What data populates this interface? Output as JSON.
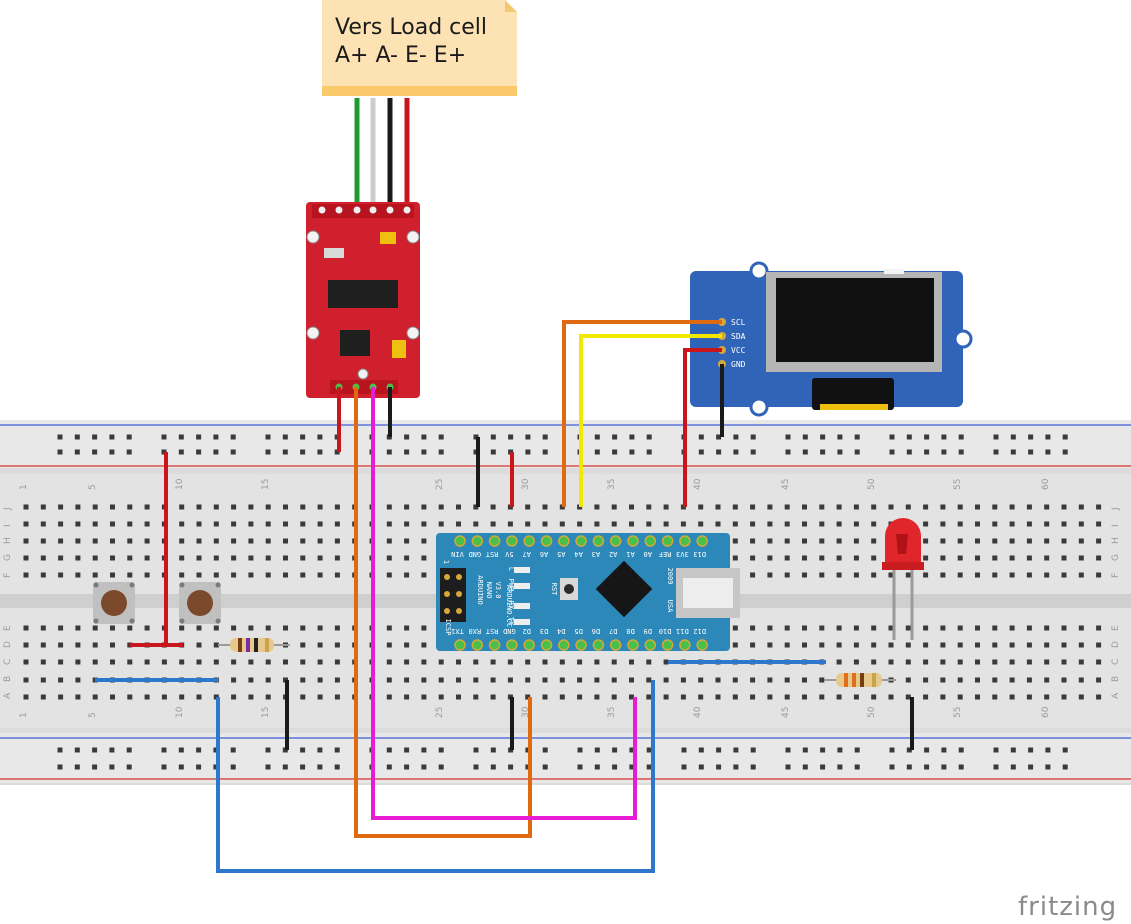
{
  "note": {
    "line1": "Vers Load cell",
    "line2": "A+ A- E- E+"
  },
  "brand": "fritzing",
  "oled": {
    "pins": [
      "SCL",
      "SDA",
      "VCC",
      "GND"
    ]
  },
  "arduino": {
    "name_lines": [
      "ARDUINO",
      "NANO",
      "V3.0"
    ],
    "site": "ARDUINO.CC",
    "year": "2009",
    "usa": "USA",
    "icsp": "ICSP",
    "icsp_pin": "1",
    "rst": "RST",
    "led_labels": [
      "L",
      "PWR",
      "RX",
      "TX"
    ],
    "top_pins": [
      "VIN",
      "GND",
      "RST",
      "5V",
      "A7",
      "A6",
      "A5",
      "A4",
      "A3",
      "A2",
      "A1",
      "A0",
      "REF",
      "3V3",
      "D13"
    ],
    "bottom_pins": [
      "TX1",
      "RX0",
      "RST",
      "GND",
      "D2",
      "D3",
      "D4",
      "D5",
      "D6",
      "D7",
      "D8",
      "D9",
      "D10",
      "D11",
      "D12"
    ]
  },
  "breadboard": {
    "col_numbers": [
      "1",
      "5",
      "10",
      "15",
      "25",
      "30",
      "35",
      "40",
      "45",
      "50",
      "55",
      "60"
    ],
    "row_letters_top": [
      "J",
      "I",
      "H",
      "G",
      "F"
    ],
    "row_letters_bottom": [
      "E",
      "D",
      "C",
      "B",
      "A"
    ]
  },
  "colors": {
    "wire_green": "#1f9a2e",
    "wire_black": "#1a1a1a",
    "wire_red": "#c8161c",
    "wire_orange": "#e06a12",
    "wire_yellow": "#f2e800",
    "wire_blue": "#2d77cc",
    "wire_magenta": "#e81cd4",
    "hx711_board": "#d0202e",
    "oled_board": "#2f64b8",
    "nano_board": "#2b88b8",
    "note_bg": "#fde3b4"
  }
}
